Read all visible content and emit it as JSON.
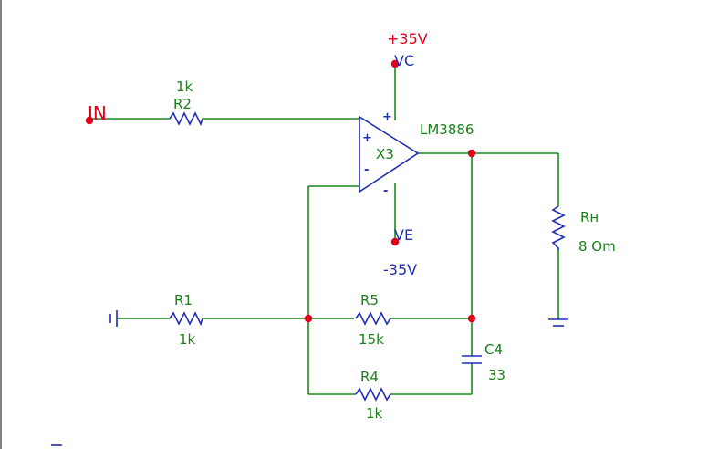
{
  "labels": {
    "vplus": "+35V",
    "vc": "VC",
    "ve": "VE",
    "vminus": "-35V",
    "in": "IN",
    "r2_val": "1k",
    "r2_name": "R2",
    "opamp_name": "X3",
    "opamp_part": "LM3886",
    "plus_in": "+",
    "minus_in": "-",
    "plus_supply": "+",
    "minus_supply": "-",
    "rh_name": "Rн",
    "rh_val": "8 Om",
    "r1_name": "R1",
    "r1_val": "1k",
    "r5_name": "R5",
    "r5_val": "15k",
    "c4_name": "C4",
    "c4_val": "33",
    "r4_name": "R4",
    "r4_val": "1k"
  },
  "colors": {
    "wire": "#1a8a1a",
    "component": "#1f2fb0",
    "node": "#e0001a",
    "label_green": "#1a7f1a",
    "label_red": "#e0001a",
    "label_blue": "#1f2fb0"
  }
}
